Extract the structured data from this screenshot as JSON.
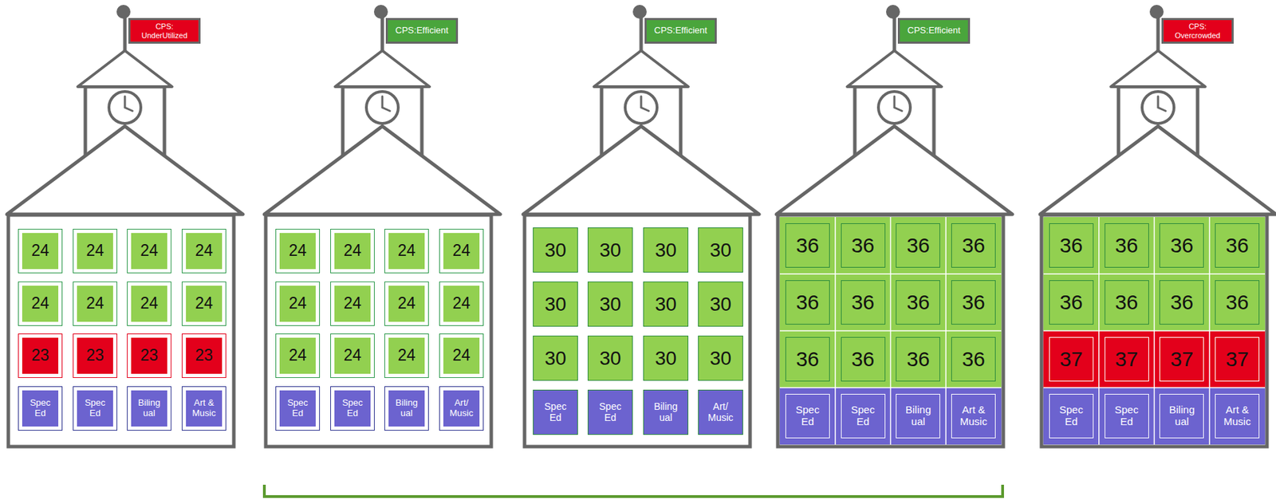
{
  "diagram": {
    "nodes": [
      {
        "text": [
          "CPS: UnderUtilized"
        ]
      },
      {
        "text": [
          "24"
        ]
      },
      {
        "text": [
          "24"
        ]
      },
      {
        "text": [
          "24"
        ]
      },
      {
        "text": [
          "24"
        ]
      },
      {
        "text": [
          "24"
        ]
      },
      {
        "text": [
          "24"
        ]
      },
      {
        "text": [
          "24"
        ]
      },
      {
        "text": [
          "24"
        ]
      },
      {
        "text": [
          "23"
        ]
      },
      {
        "text": [
          "23"
        ]
      },
      {
        "text": [
          "23"
        ]
      },
      {
        "text": [
          "23"
        ]
      },
      {
        "text": [
          "Spec Ed"
        ]
      },
      {
        "text": [
          "Spec Ed"
        ]
      },
      {
        "text": [
          "Biling ual"
        ]
      },
      {
        "text": [
          "Art & Music"
        ]
      },
      {
        "text": [
          "CPS:Efficient"
        ]
      },
      {
        "text": [
          "24"
        ]
      },
      {
        "text": [
          "24"
        ]
      },
      {
        "text": [
          "24"
        ]
      },
      {
        "text": [
          "24"
        ]
      },
      {
        "text": [
          "24"
        ]
      },
      {
        "text": [
          "24"
        ]
      },
      {
        "text": [
          "24"
        ]
      },
      {
        "text": [
          "24"
        ]
      },
      {
        "text": [
          "24"
        ]
      },
      {
        "text": [
          "24"
        ]
      },
      {
        "text": [
          "24"
        ]
      },
      {
        "text": [
          "24"
        ]
      },
      {
        "text": [
          "Spec Ed"
        ]
      },
      {
        "text": [
          "Spec Ed"
        ]
      },
      {
        "text": [
          "Biling ual"
        ]
      },
      {
        "text": [
          "Art/ Music"
        ]
      },
      {
        "text": [
          "CPS:Efficient"
        ]
      },
      {
        "text": [
          "30"
        ]
      },
      {
        "text": [
          "30"
        ]
      },
      {
        "text": [
          "30"
        ]
      },
      {
        "text": [
          "30"
        ]
      },
      {
        "text": [
          "30"
        ]
      },
      {
        "text": [
          "30"
        ]
      },
      {
        "text": [
          "30"
        ]
      },
      {
        "text": [
          "30"
        ]
      },
      {
        "text": [
          "30"
        ]
      },
      {
        "text": [
          "30"
        ]
      },
      {
        "text": [
          "30"
        ]
      },
      {
        "text": [
          "30"
        ]
      },
      {
        "text": [
          "Spec Ed"
        ]
      },
      {
        "text": [
          "Spec Ed"
        ]
      },
      {
        "text": [
          "Biling ual"
        ]
      },
      {
        "text": [
          "Art/ Music"
        ]
      },
      {
        "text": [
          "CPS:Efficient"
        ]
      },
      {
        "text": [
          "36"
        ]
      },
      {
        "text": [
          "36"
        ]
      },
      {
        "text": [
          "36"
        ]
      },
      {
        "text": [
          "36"
        ]
      },
      {
        "text": [
          "36"
        ]
      },
      {
        "text": [
          "36"
        ]
      },
      {
        "text": [
          "36"
        ]
      },
      {
        "text": [
          "36"
        ]
      },
      {
        "text": [
          "36"
        ]
      },
      {
        "text": [
          "36"
        ]
      },
      {
        "text": [
          "36"
        ]
      },
      {
        "text": [
          "36"
        ]
      },
      {
        "text": [
          "Spec Ed"
        ]
      },
      {
        "text": [
          "Spec Ed"
        ]
      },
      {
        "text": [
          "Biling ual"
        ]
      },
      {
        "text": [
          "Art & Music"
        ]
      },
      {
        "text": [
          "CPS: Overcrowded"
        ]
      },
      {
        "text": [
          "36"
        ]
      },
      {
        "text": [
          "36"
        ]
      },
      {
        "text": [
          "36"
        ]
      },
      {
        "text": [
          "36"
        ]
      },
      {
        "text": [
          "36"
        ]
      },
      {
        "text": [
          "36"
        ]
      },
      {
        "text": [
          "36"
        ]
      },
      {
        "text": [
          "36"
        ]
      },
      {
        "text": [
          "37"
        ]
      },
      {
        "text": [
          "37"
        ]
      },
      {
        "text": [
          "37"
        ]
      },
      {
        "text": [
          "37"
        ]
      },
      {
        "text": [
          "Spec Ed"
        ]
      },
      {
        "text": [
          "Spec Ed"
        ]
      },
      {
        "text": [
          "Biling ual"
        ]
      },
      {
        "text": [
          "Art & Music"
        ]
      }
    ]
  }
}
